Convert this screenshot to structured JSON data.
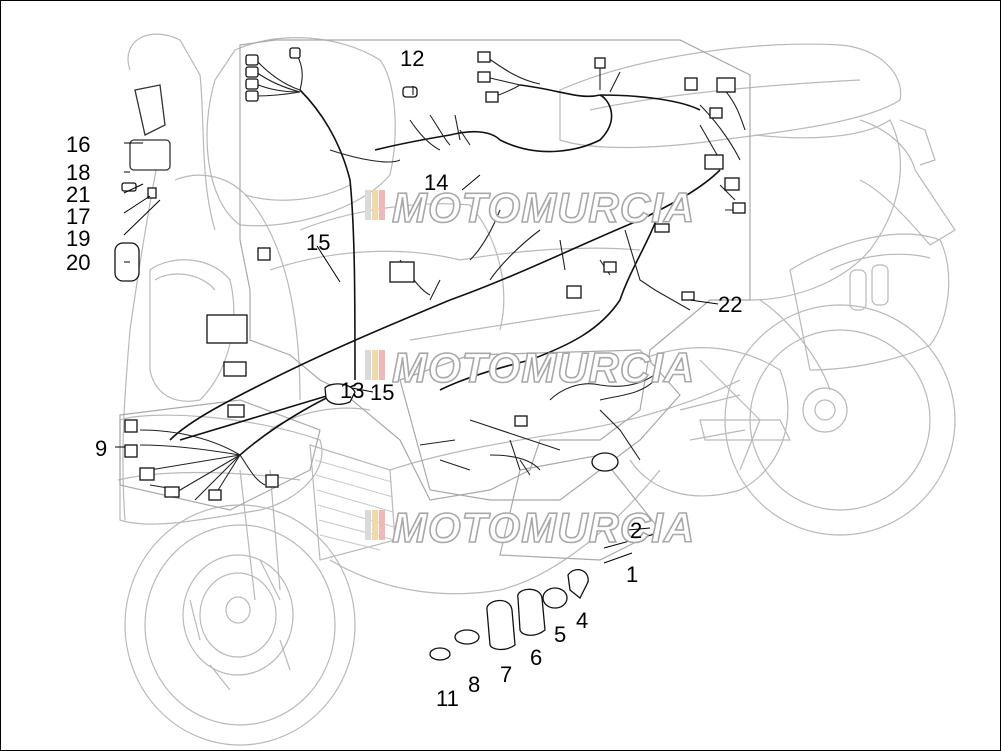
{
  "diagram": {
    "callouts": {
      "c1": "1",
      "c2": "2",
      "c4": "4",
      "c5": "5",
      "c6": "6",
      "c7": "7",
      "c8": "8",
      "c9": "9",
      "c11": "11",
      "c12": "12",
      "c13": "13",
      "c14": "14",
      "c15a": "15",
      "c15b": "15",
      "c16": "16",
      "c17": "17",
      "c18": "18",
      "c19": "19",
      "c20": "20",
      "c21": "21",
      "c22": "22"
    },
    "watermark": "MOTOMURCIA"
  }
}
